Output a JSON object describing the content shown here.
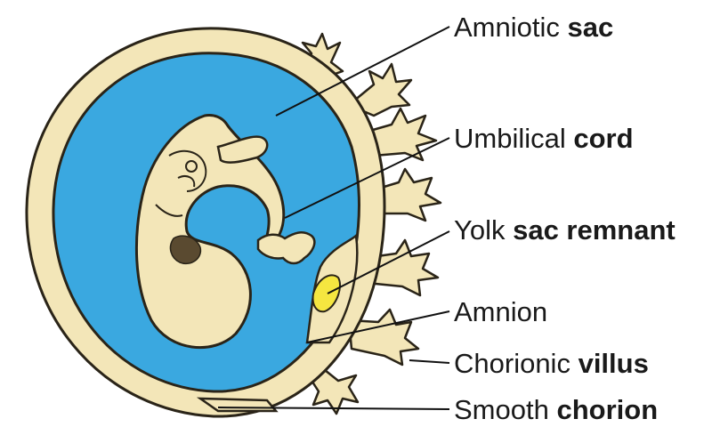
{
  "labels": [
    {
      "id": "amniotic-sac",
      "plain": "Amniotic",
      "bold": "sac"
    },
    {
      "id": "umbilical-cord",
      "plain": "Umbilical",
      "bold": "cord"
    },
    {
      "id": "yolk-sac-remnant",
      "plain": "Yolk",
      "bold": "sac remnant"
    },
    {
      "id": "amnion",
      "plain": "Amnion",
      "bold": ""
    },
    {
      "id": "chorionic-villus",
      "plain": "Chorionic",
      "bold": "villus"
    },
    {
      "id": "smooth-chorion",
      "plain": "Smooth",
      "bold": "chorion"
    }
  ],
  "colors": {
    "amniotic_fluid": "#3aa8e0",
    "chorion": "#f3e6b8",
    "outline": "#2a2418",
    "yolk": "#f5e640",
    "leader": "#111111"
  }
}
